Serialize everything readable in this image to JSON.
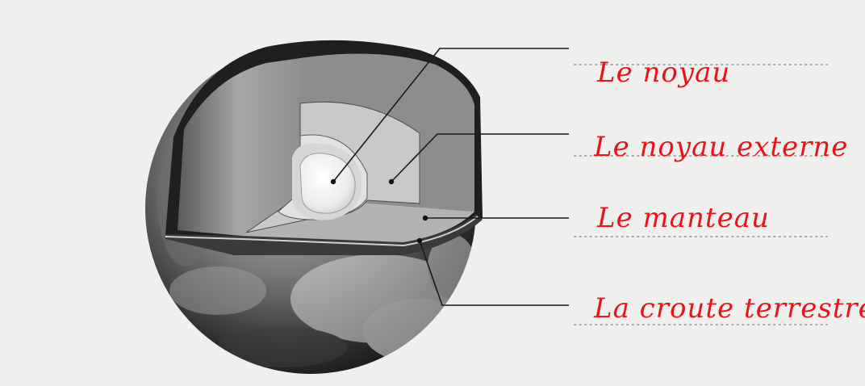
{
  "labels": {
    "core": "Le noyau",
    "outer_core": "Le noyau externe",
    "mantle": "Le manteau",
    "crust": "La croute terrestre"
  },
  "colors": {
    "label_text": "#e8141b",
    "leader_line": "#1a1a1a",
    "dotted_guide": "#a8a8a8",
    "paper": "#f2f2f0"
  }
}
